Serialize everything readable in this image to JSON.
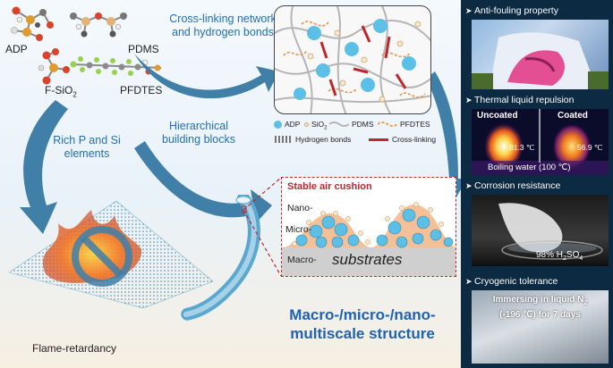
{
  "molecules": {
    "adp": "ADP",
    "pdms": "PDMS",
    "fsio2": "F-SiO",
    "fsio2_sub": "2",
    "pfdtes": "PFDTES"
  },
  "arrows": {
    "cross_linking_line1": "Cross-linking network",
    "cross_linking_line2": "and hydrogen bonds",
    "rich_line1": "Rich P and Si",
    "rich_line2": "elements",
    "hier_line1": "Hierarchical",
    "hier_line2": "building blocks"
  },
  "network_legend": {
    "adp": "ADP",
    "sio2": "SiO",
    "sio2_sub": "2",
    "pdms": "PDMS",
    "pfdtes": "PFDTES",
    "hbonds": "Hydrogen bonds",
    "crosslink": "Cross-linking"
  },
  "structure": {
    "air_cushion": "Stable air cushion",
    "nano": "Nano-",
    "micro": "Micro-",
    "macro": "Macro-",
    "substrates": "substrates"
  },
  "flame_label": "Flame-retardancy",
  "multiscale_line1": "Macro-/micro-/nano-",
  "multiscale_line2": "multiscale structure",
  "properties": {
    "anti_fouling": "Anti-fouling property",
    "thermal": "Thermal liquid repulsion",
    "uncoated": "Uncoated",
    "coated": "Coated",
    "uncoated_temp": "81.3 ℃",
    "coated_temp": "56.9 ℃",
    "boiling": "Boiling water (100 ℃)",
    "corrosion": "Corrosion resistance",
    "acid_prefix": "98% H",
    "acid_sub": "2",
    "acid_suffix": "SO",
    "acid_sub2": "4",
    "cryogenic": "Cryogenic tolerance",
    "cryo_line1_prefix": "Immersing in liquid N",
    "cryo_line1_sub": "2",
    "cryo_line2": "(-196 ℃) for 7 days"
  },
  "colors": {
    "arrow_blue": "#3f7fa8",
    "label_blue": "#1f6fb8",
    "sphere_blue": "#5cc0e6",
    "crosslink_red": "#c0272d",
    "pfdtes_orange": "#e8944a",
    "panel_navy": "#0c2a42",
    "heading_blue": "#1f62b0"
  }
}
